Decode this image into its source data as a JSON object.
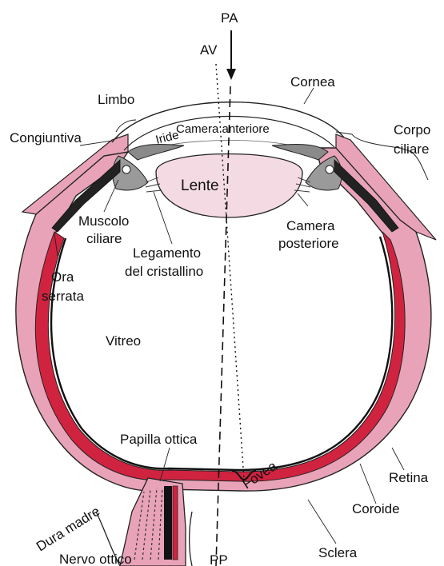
{
  "colors": {
    "sclera_pink": "#e8a3b8",
    "choroid_red": "#d0233f",
    "retina_dark": "#1a1a1a",
    "lens_fill": "#f4dbe3",
    "iris_gray": "#8a8a8a",
    "cornea_line": "#222222"
  },
  "labels": {
    "pa": "PA",
    "av": "AV",
    "pp": "PP",
    "cornea": "Cornea",
    "limbo": "Limbo",
    "congiuntiva": "Congiuntiva",
    "iride": "Iride",
    "camera_anteriore": "Camera anteriore",
    "corpo": "Corpo",
    "ciliare": "ciliare",
    "lente": "Lente",
    "muscolo": "Muscolo",
    "muscolo_ciliare": "ciliare",
    "legamento": "Legamento",
    "del_cristallino": "del cristallino",
    "camera": "Camera",
    "posteriore": "posteriore",
    "ora": "Ora",
    "serrata": "serrata",
    "vitreo": "Vitreo",
    "papilla_ottica": "Papilla ottica",
    "fovea": "Fovea",
    "retina": "Retina",
    "coroide": "Coroide",
    "dura_madre": "Dura madre",
    "nervo_ottico": "Nervo ottico",
    "sclera": "Sclera"
  }
}
